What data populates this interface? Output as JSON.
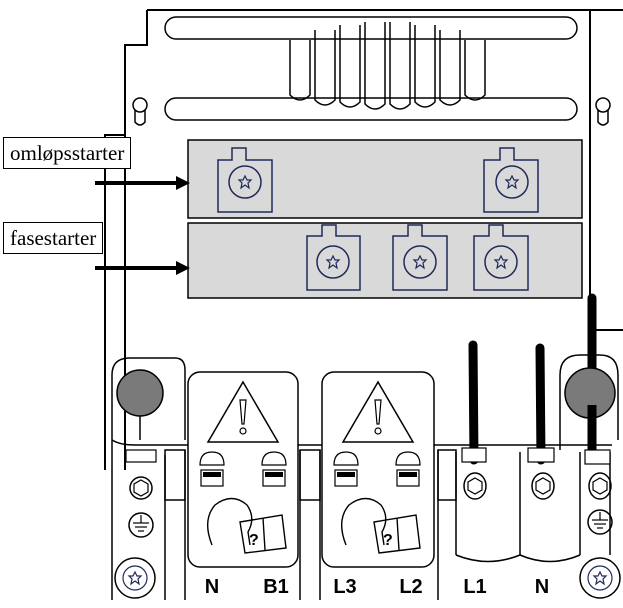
{
  "callouts": {
    "bypass_starter": "omløpsstarter",
    "phase_starter": "fasestarter"
  },
  "terminals": {
    "n_left": "N",
    "b1": "B1",
    "l3": "L3",
    "l2": "L2",
    "l1": "L1",
    "n_right": "N"
  },
  "icons": [
    "warning-triangle-icon",
    "read-manual-icon",
    "ground-symbol-icon",
    "torx-screw-icon",
    "arrow-right-icon"
  ],
  "colors": {
    "line": "#000000",
    "panel_fill": "#d9d9d9",
    "screw_border": "#1f2a5a",
    "cable_end": "#7a7a7a"
  }
}
